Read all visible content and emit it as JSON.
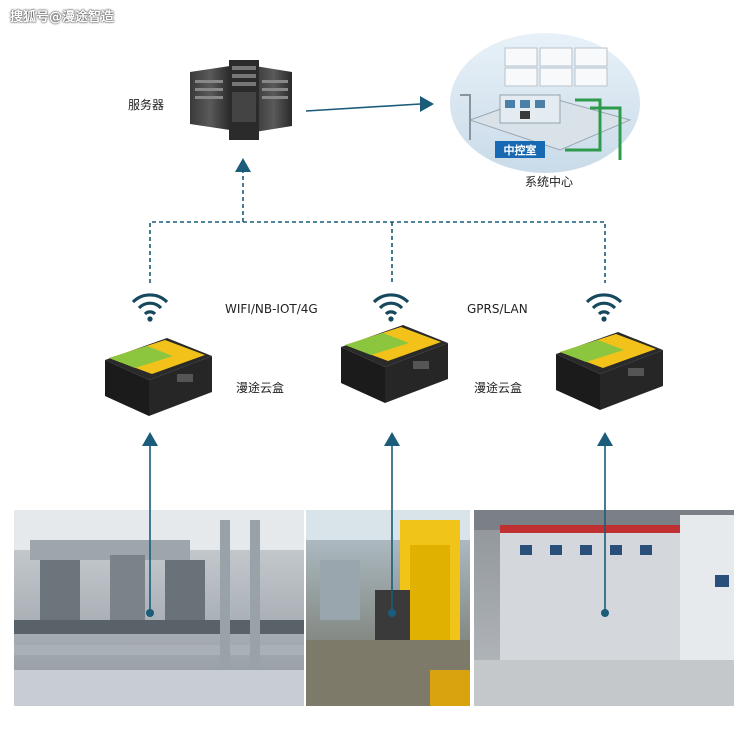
{
  "watermark": "搜狐号@漫途智造",
  "nodes": {
    "server": "服务器",
    "system_center": "系统中心",
    "control_room": "中控室"
  },
  "links": {
    "left_protocol": "WIFI/NB-IOT/4G",
    "right_protocol": "GPRS/LAN"
  },
  "devices": {
    "left_label": "漫途云盒",
    "right_label": "漫途云盒"
  },
  "colors": {
    "arrow": "#1a5c7a",
    "dashed_line": "#1a5c7a",
    "wifi": "#17495e",
    "device_body": "#1b1b1b",
    "device_top": "#2a2a2a",
    "device_band_green": "#8cc63f",
    "device_band_yellow": "#f2c21b",
    "control_room_badge": "#1769b3",
    "green_pipe": "#2e9a4b"
  },
  "icons": [
    "wifi-icon",
    "server-rack-icon",
    "cloud-box-device-icon",
    "arrow-up-icon",
    "arrow-right-icon"
  ]
}
